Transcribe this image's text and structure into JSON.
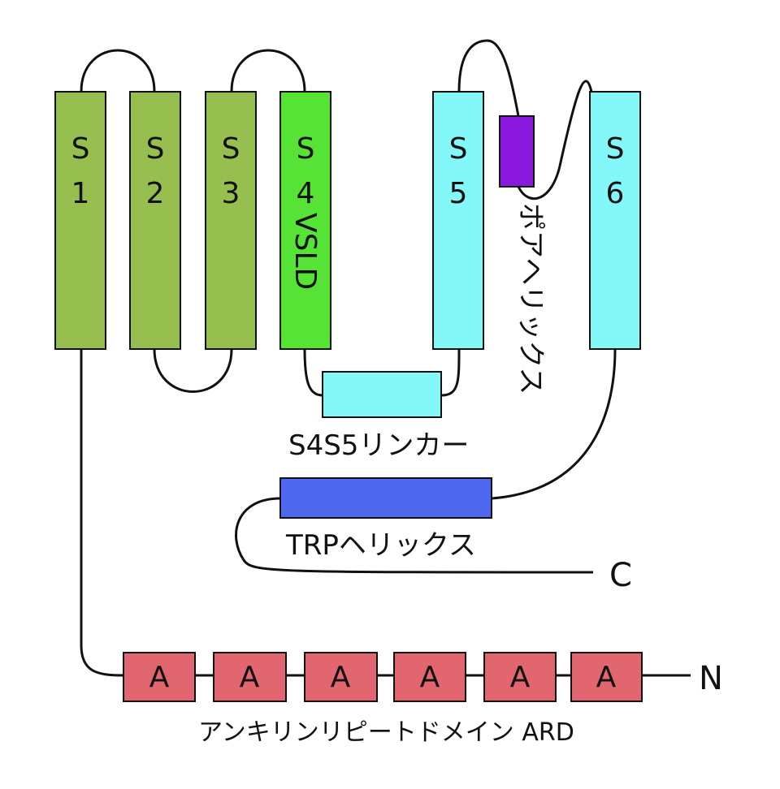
{
  "colors": {
    "vsd_green": "#97bf4f",
    "s4_green": "#56e335",
    "pore_cyan": "#84f8f8",
    "pore_helix_purple": "#8a19dd",
    "trp_blue": "#5068ef",
    "ankyrin_red": "#e26670",
    "line": "#111111"
  },
  "helices": {
    "s1": {
      "line1": "S",
      "line2": "1"
    },
    "s2": {
      "line1": "S",
      "line2": "2"
    },
    "s3": {
      "line1": "S",
      "line2": "3"
    },
    "s4": {
      "line1": "S",
      "line2": "4",
      "extra": "VSLD"
    },
    "s5": {
      "line1": "S",
      "line2": "5"
    },
    "s6": {
      "line1": "S",
      "line2": "6"
    }
  },
  "labels": {
    "pore_helix": "ポアヘリックス",
    "s4s5_linker": "S4S5リンカー",
    "trp_helix": "TRPヘリックス",
    "ard": "アンキリンリピートドメイン ARD",
    "c_terminus": "C",
    "n_terminus": "N"
  },
  "ankyrin_repeats": [
    "A",
    "A",
    "A",
    "A",
    "A",
    "A"
  ]
}
